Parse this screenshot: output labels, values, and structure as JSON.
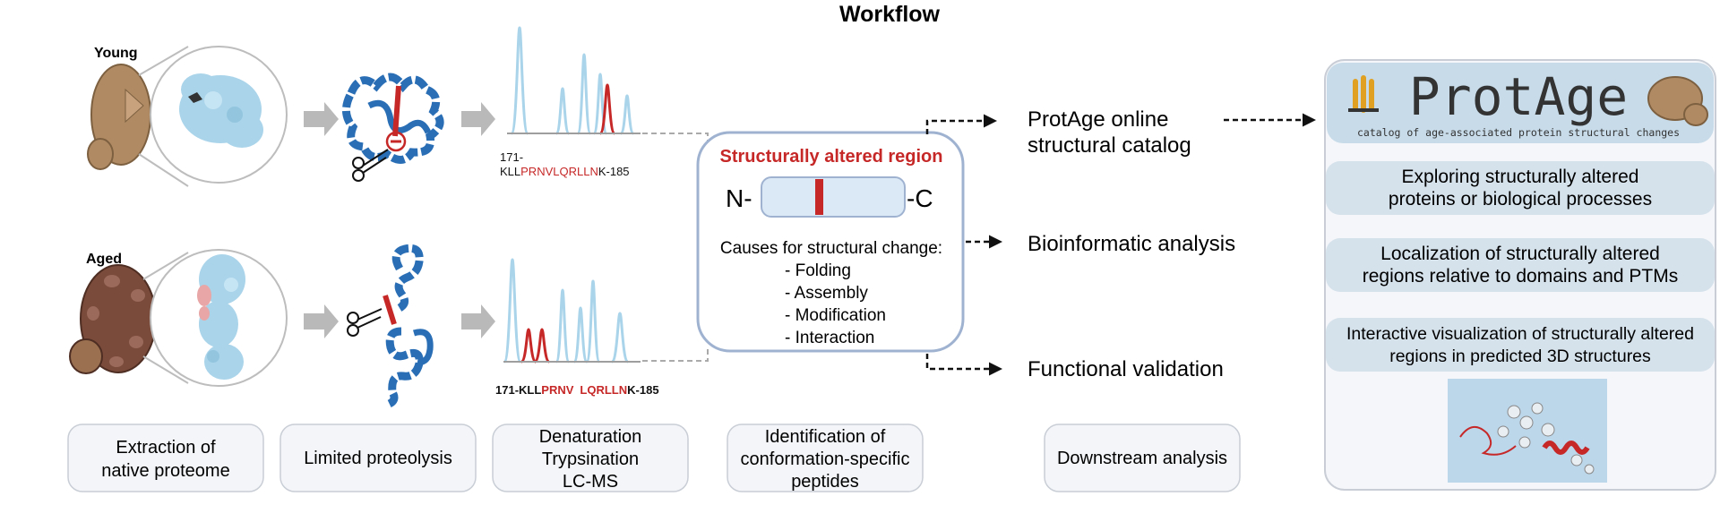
{
  "title": "Workflow",
  "samples": {
    "young": "Young",
    "aged": "Aged"
  },
  "peptides": {
    "young": {
      "prefix": "171-",
      "black1": "KLL",
      "red": "PRNVLQRLLN",
      "black2": "K-185"
    },
    "aged": {
      "black1": "171-KLL",
      "red1": "PRNV",
      "red2": "LQRLLN",
      "black2": "K-185"
    }
  },
  "region_panel": {
    "title": "Structurally altered region",
    "n_term": "N-",
    "c_term": "-C",
    "causes_title": "Causes for structural change:",
    "causes": [
      "- Folding",
      "- Assembly",
      "- Modification",
      "- Interaction"
    ]
  },
  "outputs": {
    "catalog": [
      "ProtAge online",
      "structural catalog"
    ],
    "bioinformatic": "Bioinformatic analysis",
    "validation": "Functional validation"
  },
  "protage_panel": {
    "logo": "ProtAge",
    "subtitle": "catalog of age-associated protein structural changes",
    "features": [
      [
        "Exploring structurally altered",
        "proteins or biological processes"
      ],
      [
        "Localization of structurally altered",
        "regions relative to domains and PTMs"
      ],
      [
        "Interactive visualization of structurally altered",
        "regions in predicted 3D structures"
      ]
    ]
  },
  "steps": [
    [
      "Extraction of",
      "native proteome"
    ],
    [
      "Limited proteolysis"
    ],
    [
      "Denaturation",
      "Trypsination",
      "LC-MS"
    ],
    [
      "Identification of",
      "conformation-specific",
      "peptides"
    ],
    [
      "Downstream analysis"
    ]
  ],
  "colors": {
    "accent_red": "#c62828",
    "light_blue": "#a9d4ea",
    "dark_blue": "#2a6fb6",
    "yeast_young": "#b08a63",
    "yeast_aged": "#7a4a3a",
    "panel_border": "#9fb3d1"
  }
}
